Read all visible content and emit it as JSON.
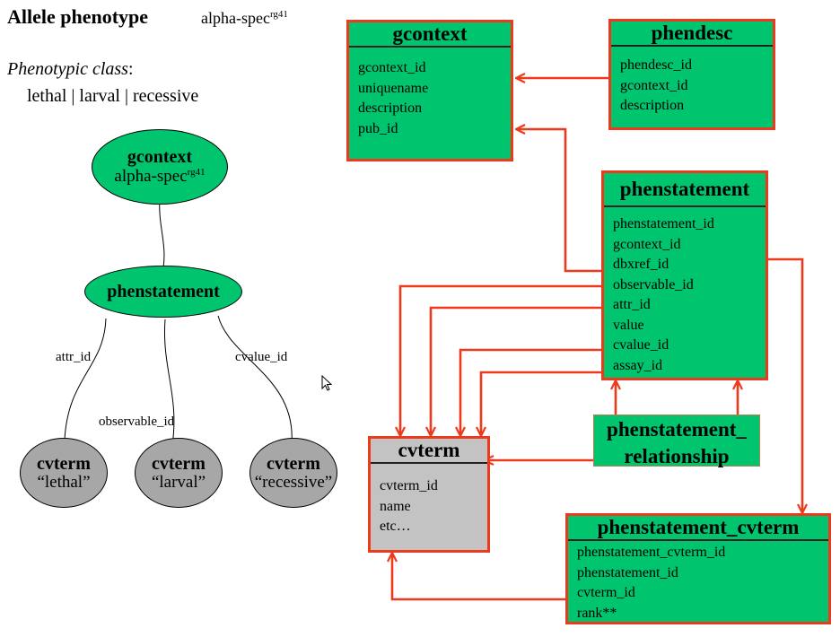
{
  "header": {
    "title": "Allele phenotype",
    "allele_base": "alpha-spec",
    "allele_sup": "rg41"
  },
  "phenotypic": {
    "label": "Phenotypic class",
    "colon": ":",
    "values": "lethal | larval | recessive"
  },
  "tree": {
    "gcontext": {
      "name": "gcontext",
      "sub_base": "alpha-spec",
      "sub_sup": "rg41"
    },
    "phenstatement": {
      "name": "phenstatement"
    },
    "leaves": [
      {
        "name": "cvterm",
        "value": "“lethal”"
      },
      {
        "name": "cvterm",
        "value": "“larval”"
      },
      {
        "name": "cvterm",
        "value": "“recessive”"
      }
    ],
    "edge_labels": {
      "attr": "attr_id",
      "observable": "observable_id",
      "cvalue": "cvalue_id"
    }
  },
  "tables": {
    "gcontext": {
      "name": "gcontext",
      "fields": [
        "gcontext_id",
        "uniquename",
        "description",
        "pub_id"
      ]
    },
    "phendesc": {
      "name": "phendesc",
      "fields": [
        "phendesc_id",
        "gcontext_id",
        "description"
      ]
    },
    "phenstatement": {
      "name": "phenstatement",
      "fields": [
        "phenstatement_id",
        "gcontext_id",
        "dbxref_id",
        "observable_id",
        "attr_id",
        "value",
        "cvalue_id",
        "assay_id"
      ]
    },
    "cvterm": {
      "name": "cvterm",
      "fields": [
        "cvterm_id",
        "name",
        "etc…"
      ]
    },
    "phenstatement_relationship": {
      "line1": "phenstatement_",
      "line2": "relationship"
    },
    "phenstatement_cvterm": {
      "name": "phenstatement_cvterm",
      "fields": [
        "phenstatement_cvterm_id",
        "phenstatement_id",
        "cvterm_id",
        "rank**"
      ]
    }
  },
  "colors": {
    "table_fill": "#00c56e",
    "gray_fill": "#a7a7a7",
    "arrow": "#ee3a1c"
  }
}
